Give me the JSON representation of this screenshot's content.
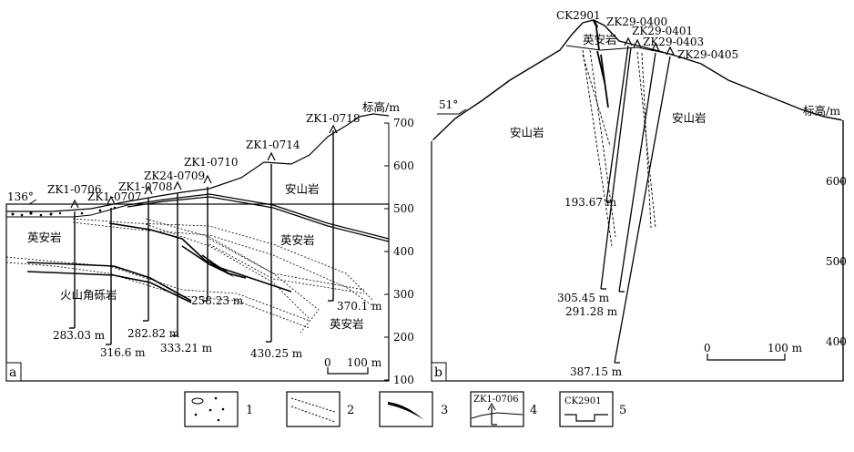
{
  "panel_a": {
    "letter": "a",
    "azimuth": "136°",
    "elev_title": "标高/m",
    "elev_ticks": [
      "700",
      "600",
      "500",
      "400",
      "300",
      "200",
      "100"
    ],
    "scale_zero": "0",
    "scale_len": "100 m",
    "rock_andesite": "安山岩",
    "rock_dacite_left": "英安岩",
    "rock_dacite_mid": "英安岩",
    "rock_dacite_low": "英安岩",
    "rock_breccia": "火山角砾岩",
    "holes": [
      {
        "name": "ZK1-0706",
        "depth": "283.03 m"
      },
      {
        "name": "ZK1-0707",
        "depth": "316.6 m"
      },
      {
        "name": "ZK1-0708",
        "depth": "282.82 m"
      },
      {
        "name": "ZK24-0709",
        "depth": "333.21 m"
      },
      {
        "name": "ZK1-0710",
        "depth": "258.23 m"
      },
      {
        "name": "ZK1-0714",
        "depth": "430.25 m"
      },
      {
        "name": "ZK1-0718",
        "depth": "370.1 m"
      }
    ]
  },
  "panel_b": {
    "letter": "b",
    "azimuth": "51°",
    "elev_title": "标高/m",
    "elev_ticks": [
      "600",
      "500",
      "400"
    ],
    "scale_zero": "0",
    "scale_len": "100 m",
    "rock_andesite_left": "安山岩",
    "rock_andesite_right": "安山岩",
    "rock_dacite": "英安岩",
    "holes": [
      {
        "name": "CK2901"
      },
      {
        "name": "ZK29-0400",
        "depth": "193.67 m"
      },
      {
        "name": "ZK29-0401",
        "depth": "305.45 m"
      },
      {
        "name": "ZK29-0403",
        "depth": "291.28 m"
      },
      {
        "name": "ZK29-0405",
        "depth": "387.15 m"
      }
    ]
  },
  "legend": {
    "items": [
      {
        "num": "1"
      },
      {
        "num": "2"
      },
      {
        "num": "3"
      },
      {
        "num": "4",
        "sample": "ZK1-0706"
      },
      {
        "num": "5",
        "sample": "CK2901"
      }
    ]
  }
}
